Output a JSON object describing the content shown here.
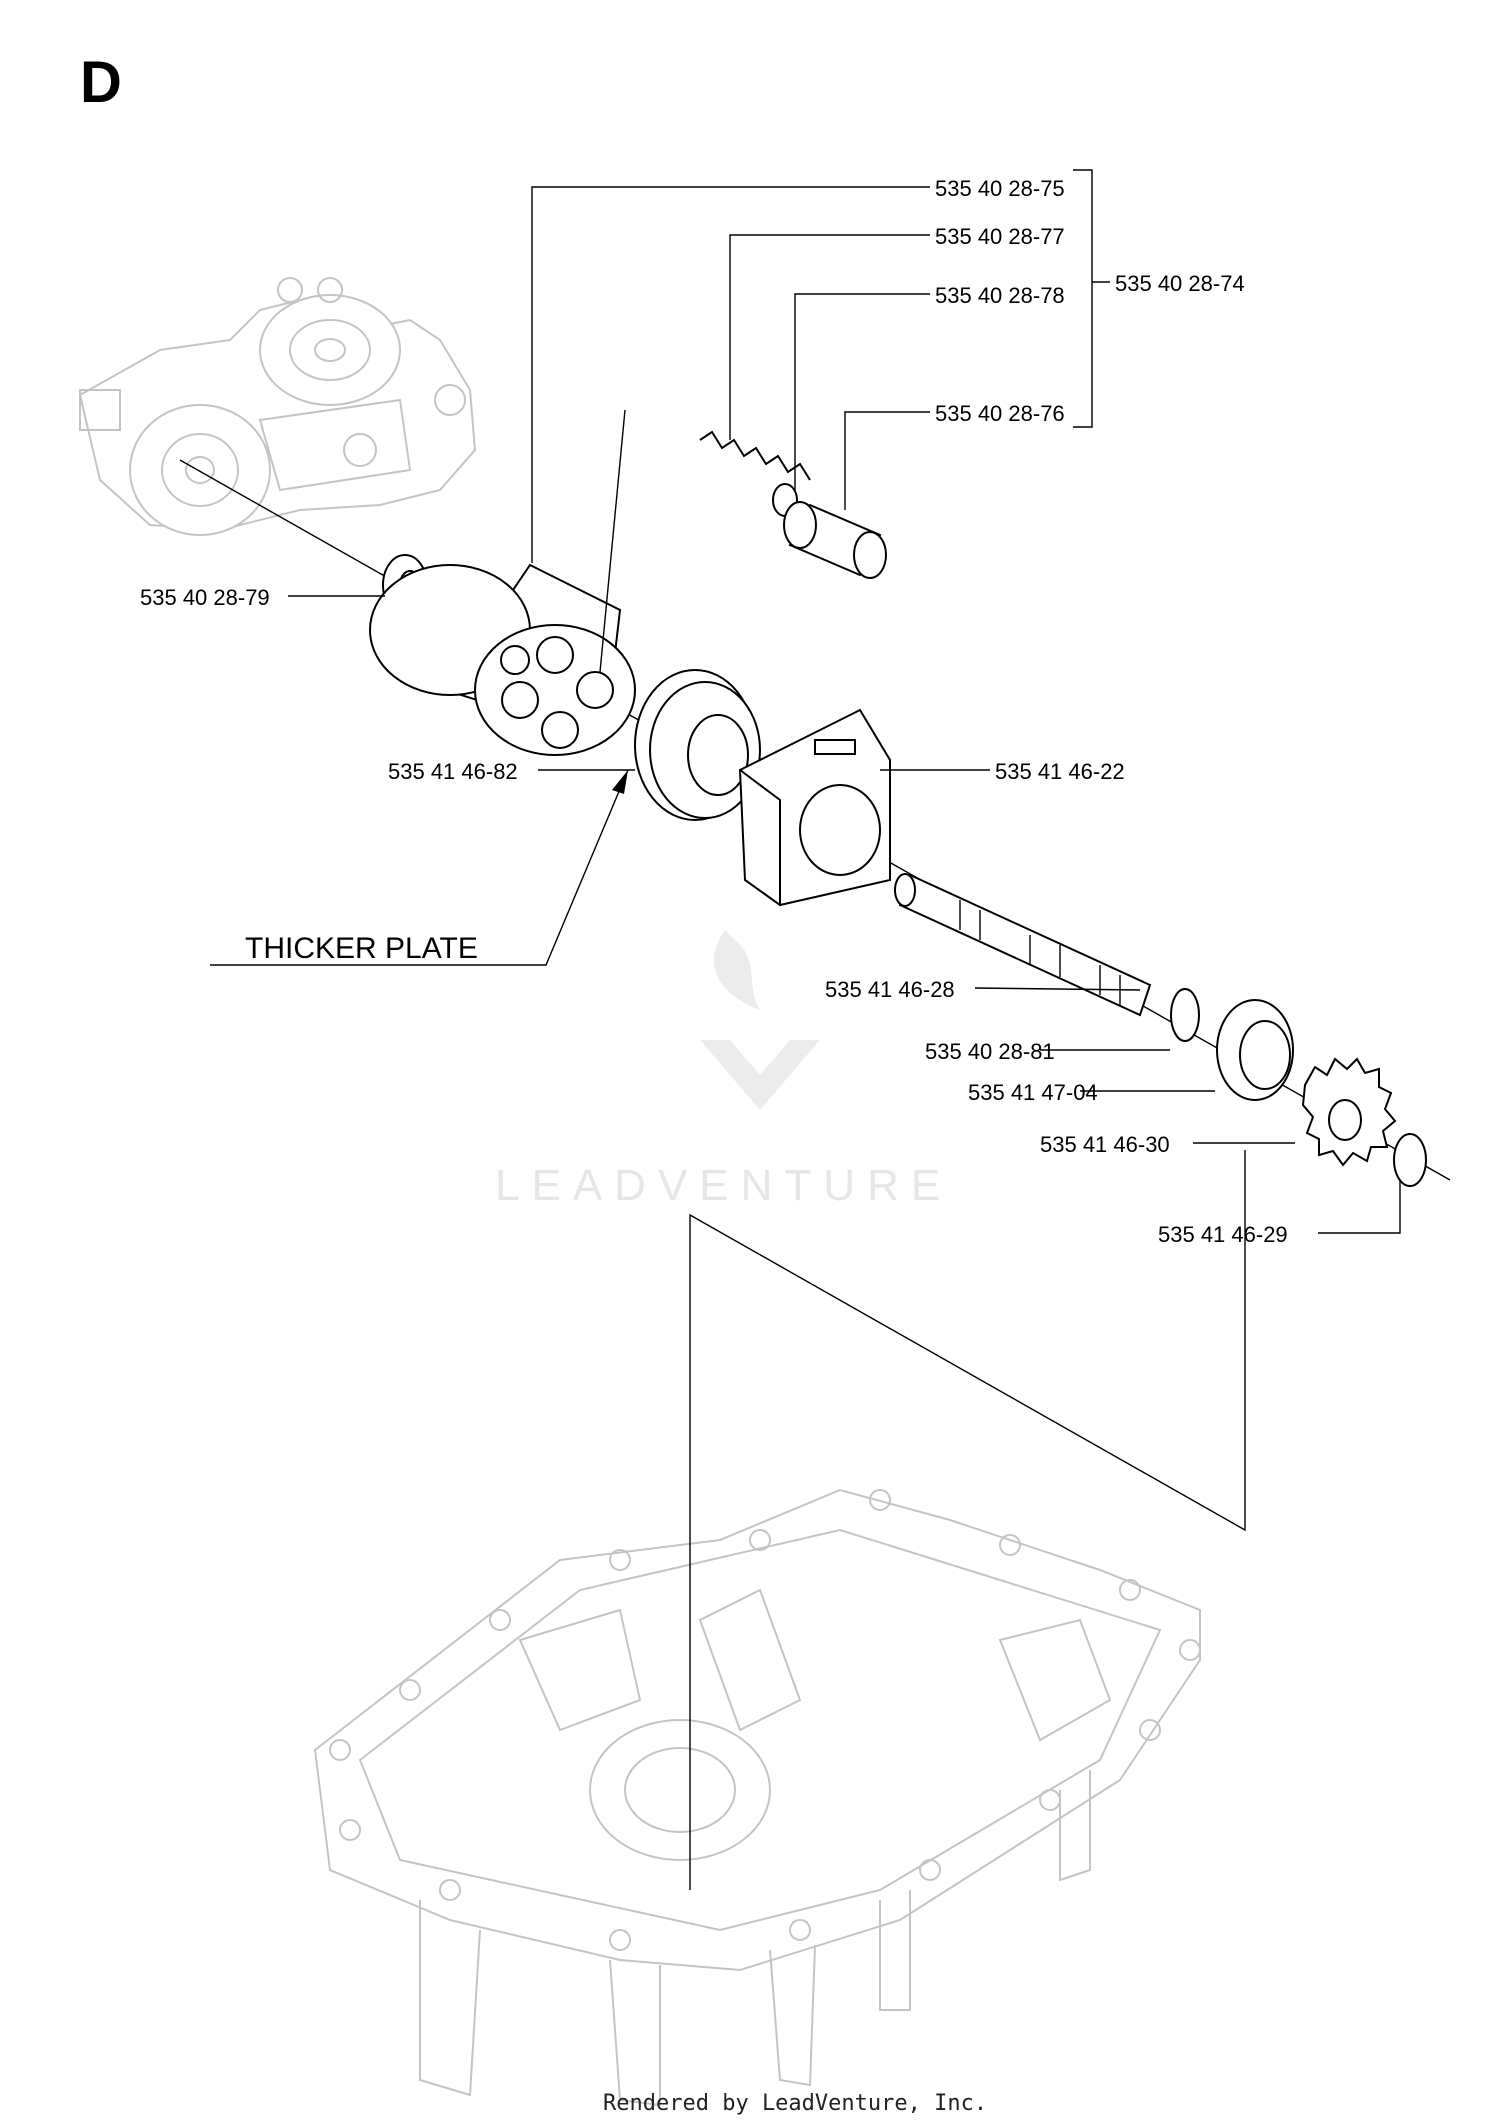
{
  "section_letter": "D",
  "parts": {
    "p75": "535 40 28-75",
    "p77": "535 40 28-77",
    "p78": "535 40 28-78",
    "p74": "535 40 28-74",
    "p76": "535 40 28-76",
    "p79": "535 40 28-79",
    "p82": "535 41 46-82",
    "p22": "535 41 46-22",
    "p28": "535 41 46-28",
    "p81": "535 40 28-81",
    "p04": "535 41 47-04",
    "p30": "535 41 46-30",
    "p29": "535 41 46-29"
  },
  "callout": "THICKER PLATE",
  "watermark": "LEADVENTURE",
  "footer": "Rendered by LeadVenture, Inc."
}
